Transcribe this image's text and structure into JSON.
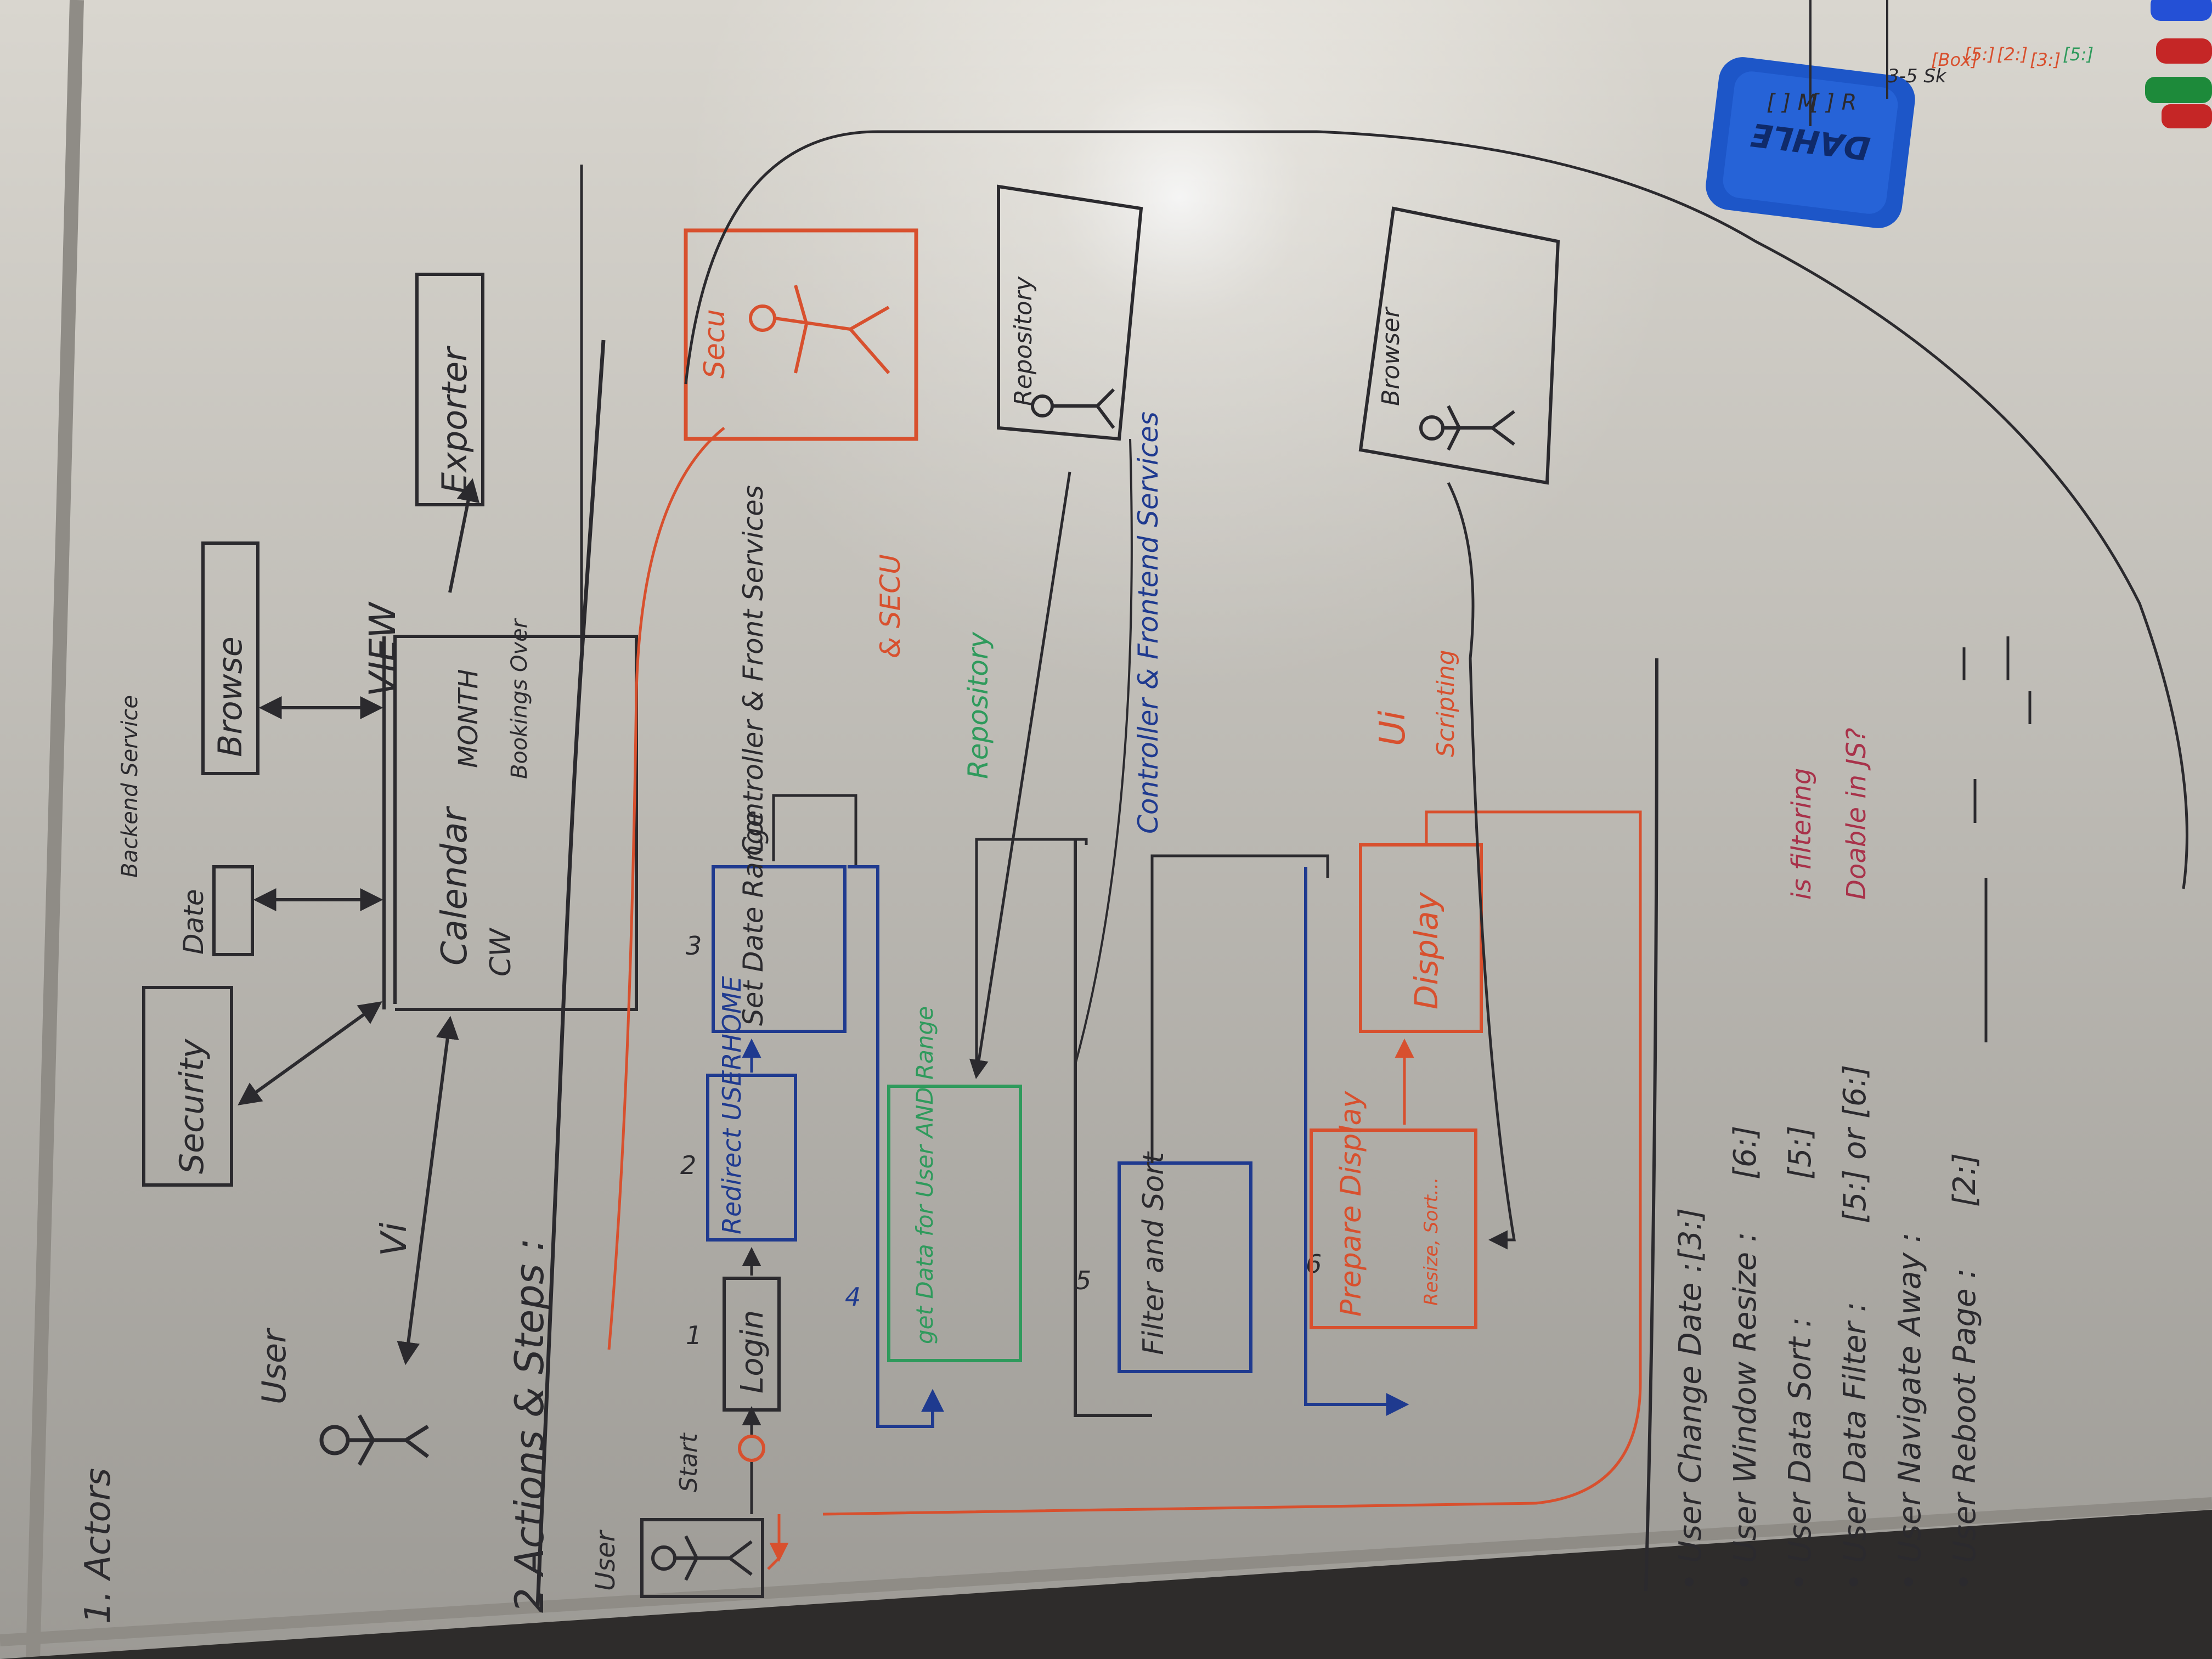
{
  "colors": {
    "board": "#d9d6cf",
    "ink_black": "#2b2a2e",
    "ink_blue": "#1f3a8f",
    "ink_orange_red": "#d8502e",
    "ink_green": "#2f9a5c",
    "ink_maroon": "#a8324a",
    "eraser_blue": "#1d56c8"
  },
  "icons": [
    "stick-figure-icon",
    "whiteboard-eraser",
    "marker-caps"
  ],
  "section1": {
    "heading": "1. Actors",
    "user_label": "User",
    "vi_label": "Vi",
    "security": "Security",
    "date": "Date",
    "backend_note": "Backend Service",
    "browse": "Browse",
    "view": "VIEW",
    "calendar": "Calendar",
    "cw": "CW",
    "month": "MONTH",
    "bookings_over": "Bookings Over",
    "exporter": "Exporter"
  },
  "section2": {
    "heading": "2 Actions & Steps :",
    "user_lane": "User",
    "start": "Start",
    "steps": [
      "1",
      "2",
      "3",
      "4",
      "5",
      "6"
    ],
    "login": "Login",
    "redirect": "Redirect USERHOME",
    "set_date_range": "Set Date Range",
    "get_data": "get Data for User AND Range",
    "filter_sort": "Filter and Sort",
    "prepare": "Prepare Display",
    "prepare_sub": "Resize, Sort...",
    "display": "Display",
    "ctrl_front": "Controller & Front Services",
    "secu": "& SECU",
    "repository": "Repository",
    "ctrl_frontend": "Controller & Frontend Services",
    "ui_label": "Ui",
    "scripting": "Scripting",
    "secu_actor": "Secu",
    "repository_actor": "Repository",
    "browser_actor": "Browser"
  },
  "events": [
    {
      "label": "• User Change Date :",
      "value": "[3:]"
    },
    {
      "label": "• User Window Resize :",
      "value": "[6:]"
    },
    {
      "label": "• User Data Sort :",
      "value": "[5:]"
    },
    {
      "label": "• User Data Filter :",
      "value": "[5:] or [6:]"
    },
    {
      "label": "• User Navigate Away :",
      "value": ""
    },
    {
      "label": "• User Reboot Page :",
      "value": "[2:]"
    }
  ],
  "filter_note_a": "is filtering",
  "filter_note_b": "Doable in JS?",
  "eraser_brand": "DAHLE",
  "corner_notes": [
    "[5:]",
    "[3:]",
    "[2:]",
    "[5:]",
    "[Box]",
    "3-5 Sk",
    "[ ] R",
    "[ ] M"
  ]
}
